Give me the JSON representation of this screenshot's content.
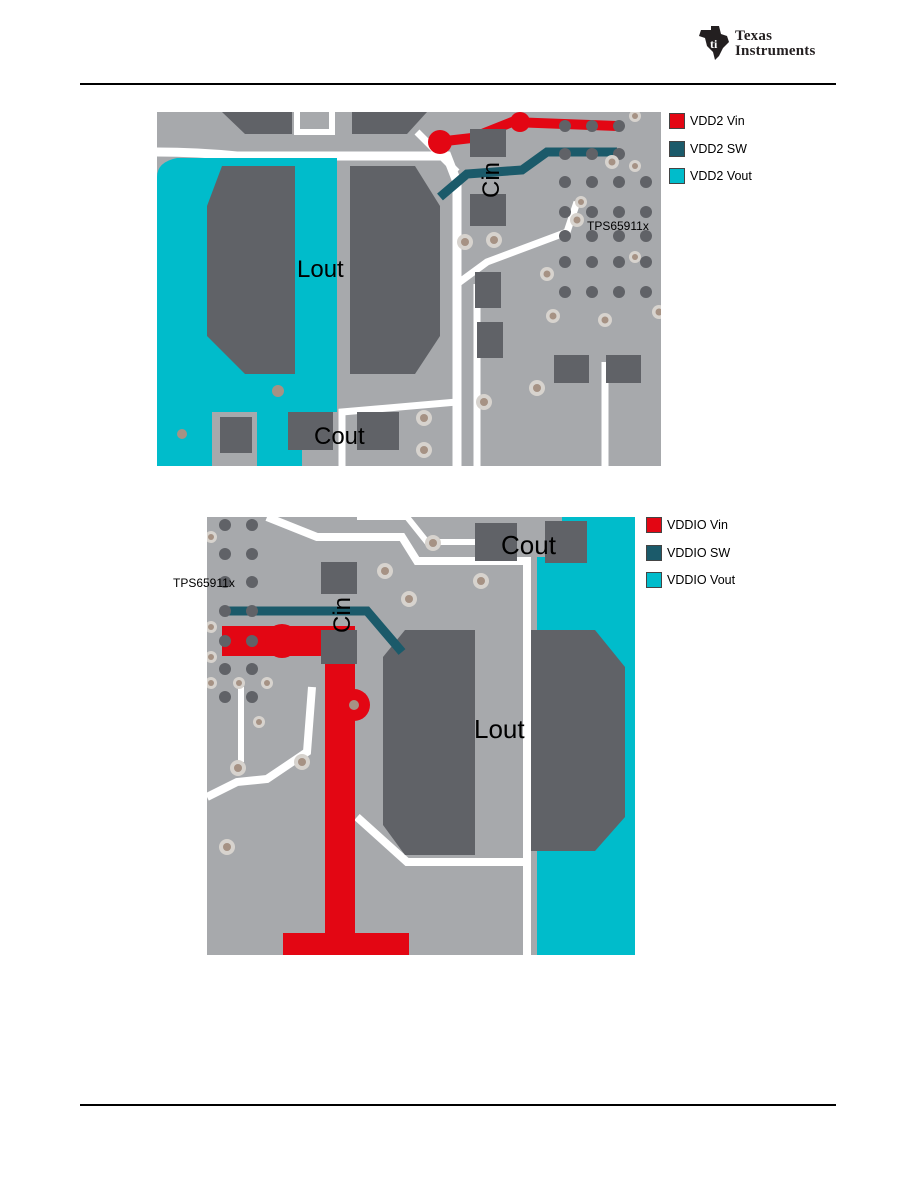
{
  "header": {
    "logo_line1": "Texas",
    "logo_line2": "Instruments"
  },
  "figures": [
    {
      "legend": [
        {
          "label": "VDD2 Vin",
          "color": "#e30613"
        },
        {
          "label": "VDD2 SW",
          "color": "#1b5a6a"
        },
        {
          "label": "VDD2 Vout",
          "color": "#00bccb"
        }
      ],
      "chip_label": "TPS65911x",
      "labels": {
        "lout": "Lout",
        "cout": "Cout",
        "cin": "Cin"
      }
    },
    {
      "legend": [
        {
          "label": "VDDIO Vin",
          "color": "#e30613"
        },
        {
          "label": "VDDIO SW",
          "color": "#1b5a6a"
        },
        {
          "label": "VDDIO Vout",
          "color": "#00bccb"
        }
      ],
      "chip_label": "TPS65911x",
      "labels": {
        "lout": "Lout",
        "cout": "Cout",
        "cin": "Cin"
      }
    }
  ],
  "colors": {
    "board_gray": "#a7a9ac",
    "pad_dark": "#606267",
    "via_ring": "#d7d3ce",
    "via_core": "#a69284",
    "clearance": "#ffffff"
  }
}
